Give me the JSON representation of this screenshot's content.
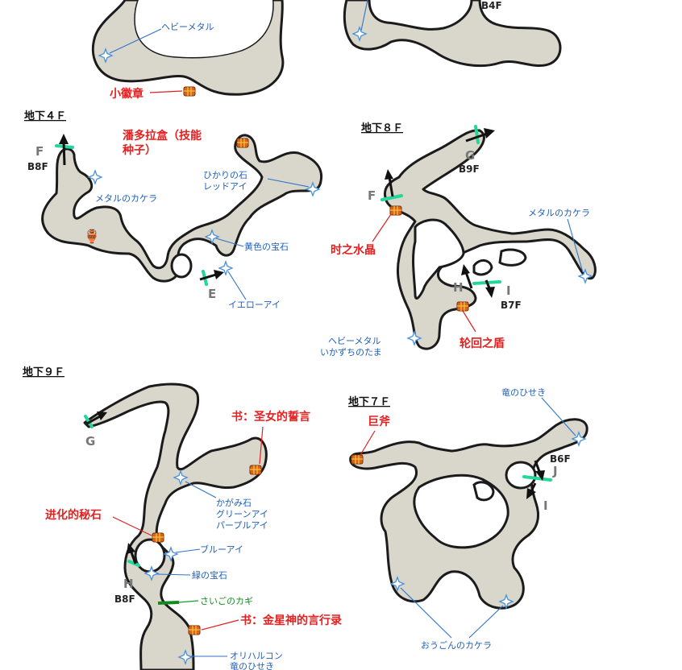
{
  "floors": {
    "b4_title": "地下４Ｆ",
    "b8_title": "地下８Ｆ",
    "b9_title": "地下９Ｆ",
    "b7_title": "地下７Ｆ"
  },
  "top_left": {
    "heavy_metal": "ヘビーメタル",
    "medal": "小徽章"
  },
  "top_right": {
    "b4f": "B4F"
  },
  "b4": {
    "pandora_line1": "潘多拉盒（技能",
    "pandora_line2": "种子）",
    "metal_fragment": "メタルのカケラ",
    "light_stone_line1": "ひかりの石",
    "light_stone_line2": "レッドアイ",
    "yellow_gem": "黄色の宝石",
    "yellow_eye": "イエローアイ",
    "marker_f": "F",
    "marker_f_floor": "B8F",
    "marker_e": "E"
  },
  "b8": {
    "crystal": "时之水晶",
    "metal_fragment": "メタルのカケラ",
    "heavy_metal_line1": "ヘビーメタル",
    "heavy_metal_line2": "いかずちのたま",
    "shield": "轮回之盾",
    "marker_g": "G",
    "marker_g_floor": "B9F",
    "marker_f": "F",
    "marker_h": "H",
    "marker_i": "I",
    "marker_i_floor": "B7F"
  },
  "b9": {
    "book1": "书：圣女的誓言",
    "evo_stone": "进化的秘石",
    "mirror_line1": "かがみ石",
    "mirror_line2": "グリーンアイ",
    "mirror_line3": "パープルアイ",
    "blue_eye": "ブルーアイ",
    "green_gem": "緑の宝石",
    "last_key": "さいごのカギ",
    "book2": "书：金星神的言行录",
    "orichalcum_line1": "オリハルコン",
    "orichalcum_line2": "竜のひせき",
    "marker_g": "G",
    "marker_h": "H",
    "marker_h_floor": "B8F"
  },
  "b7": {
    "axe": "巨斧",
    "dragon_stone": "竜のひせき",
    "gold_fragment": "おうごんのカケラ",
    "marker_j": "J",
    "marker_j_floor": "B6F",
    "marker_i": "I"
  },
  "colors": {
    "cave_fill": "#d9d6cc",
    "item_label_blue": "#1f5fb8",
    "treasure_label_red": "#e52020",
    "key_label_green": "#1a8a25",
    "stair_marker_teal": "#23d69a"
  }
}
